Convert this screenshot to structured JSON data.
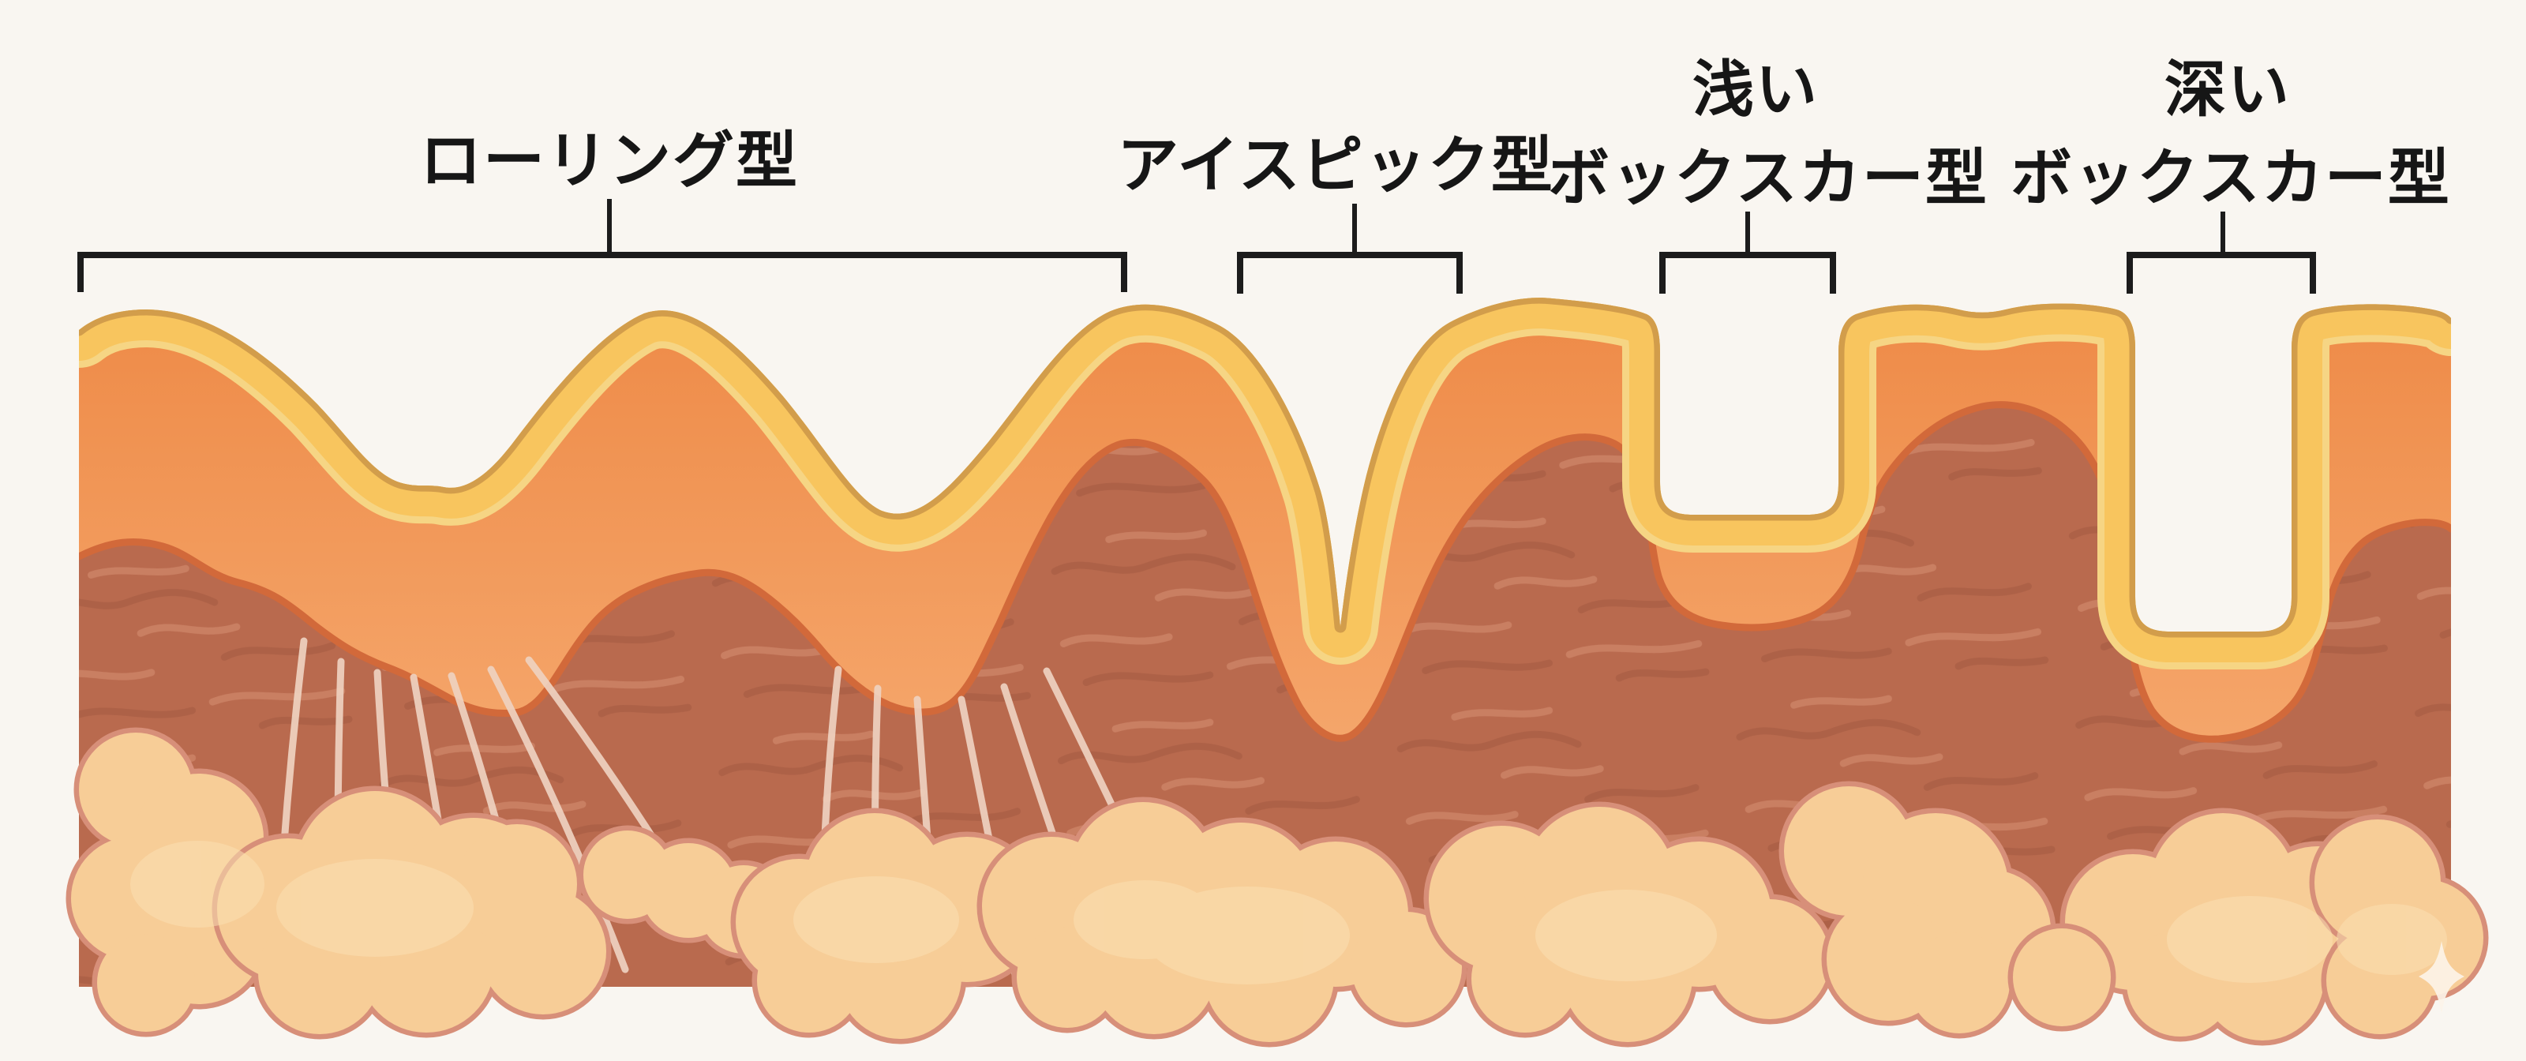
{
  "figure": {
    "background": "#F9F6F1",
    "labels": {
      "rolling": {
        "lines": [
          "ローリング型"
        ]
      },
      "icepick": {
        "lines": [
          "アイスピック型"
        ]
      },
      "shallow_boxcar": {
        "lines": [
          "浅い",
          "ボックスカー型"
        ]
      },
      "deep_boxcar": {
        "lines": [
          "深い",
          "ボックスカー型"
        ]
      }
    },
    "colors": {
      "label_text": "#161616",
      "bracket": "#1C1C1C",
      "epidermis_gold_edge": "#D29D4B",
      "epidermis_yellow": "#F8C55E",
      "epidermis_inner_pale": "#F6D584",
      "upper_dermis_orange_top": "#EE8A47",
      "upper_dermis_orange_bottom": "#F5A76C",
      "dermis_boundary_outline": "#D2693A",
      "dermis": "#B96A4E",
      "dermis_texture_dark": "#A2583F",
      "dermis_texture_light": "#D68F72",
      "fibrous_strand": "#EFD2C0",
      "fat_fill": "#F7CD97",
      "fat_outline": "#D78F79",
      "fat_highlight": "#FBE0B2",
      "sparkle": "#FCF4E9"
    }
  }
}
